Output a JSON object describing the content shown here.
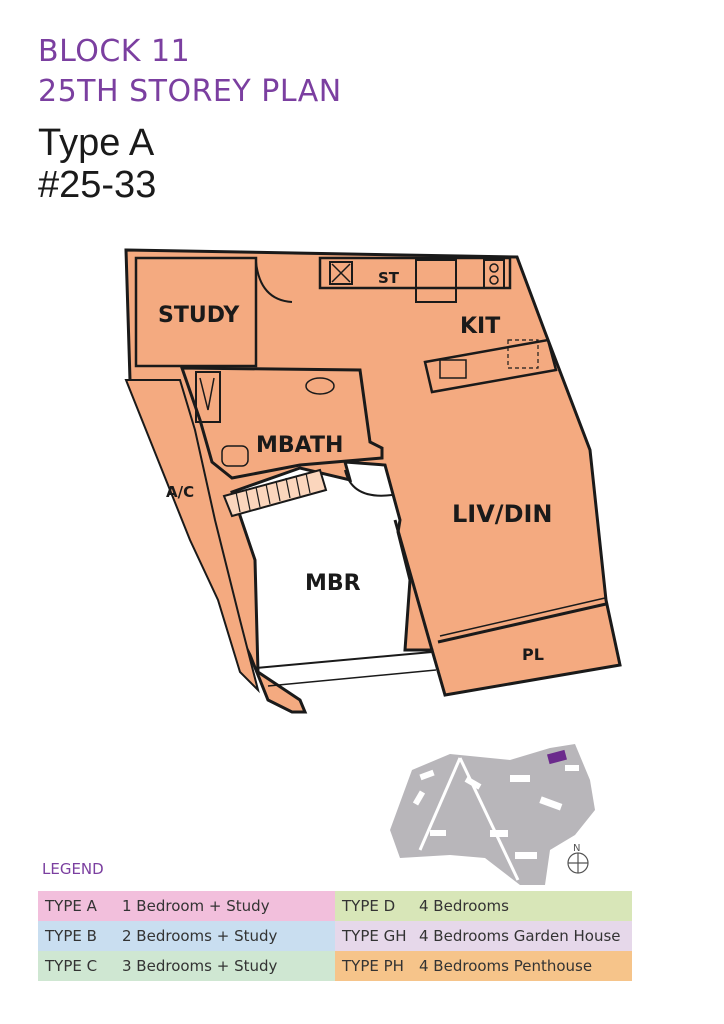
{
  "header": {
    "block": "BLOCK 11",
    "storey": "25TH STOREY PLAN",
    "unit_type": "Type A",
    "unit_number": "#25-33"
  },
  "plan_labels": {
    "study": "STUDY",
    "st": "ST",
    "kit": "KIT",
    "mbath": "MBATH",
    "ac": "A/C",
    "liv_din": "LIV/DIN",
    "mbr": "MBR",
    "pl": "PL"
  },
  "site_plan": {
    "north_label": "N"
  },
  "legend": {
    "heading": "LEGEND",
    "rows": [
      [
        {
          "code": "TYPE A",
          "desc": "1 Bedroom + Study",
          "color": "#f2bfdc"
        },
        {
          "code": "TYPE D",
          "desc": "4 Bedrooms",
          "color": "#d8e6b8"
        }
      ],
      [
        {
          "code": "TYPE B",
          "desc": "2 Bedrooms + Study",
          "color": "#c9def0"
        },
        {
          "code": "TYPE GH",
          "desc": "4 Bedrooms Garden House",
          "color": "#e6d8ea"
        }
      ],
      [
        {
          "code": "TYPE C",
          "desc": "3 Bedrooms + Study",
          "color": "#cfe7d2"
        },
        {
          "code": "TYPE PH",
          "desc": "4 Bedrooms Penthouse",
          "color": "#f6c48a"
        }
      ]
    ]
  },
  "colors": {
    "accent": "#7b3fa0",
    "floor": "#f4aa80",
    "site": "#b8b6ba",
    "highlight": "#6b2a8c"
  }
}
